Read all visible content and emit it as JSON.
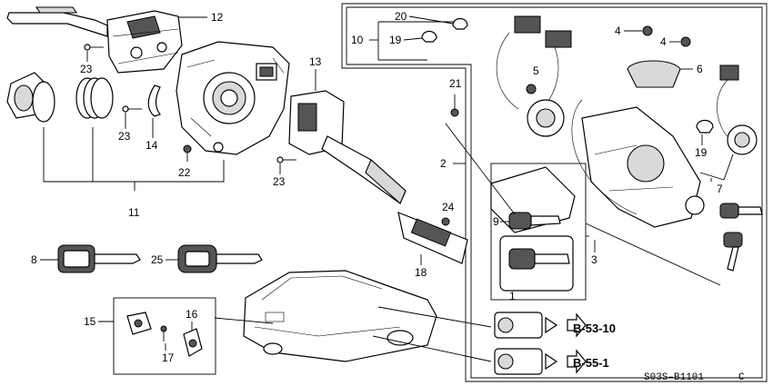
{
  "diagram": {
    "callouts": {
      "c1": "1",
      "c2": "2",
      "c3": "3",
      "c4a": "4",
      "c4b": "4",
      "c5": "5",
      "c6": "6",
      "c7": "7",
      "c8": "8",
      "c9": "9",
      "c10": "10",
      "c11": "11",
      "c12": "12",
      "c13": "13",
      "c14": "14",
      "c15": "15",
      "c16": "16",
      "c17": "17",
      "c18": "18",
      "c19a": "19",
      "c19b": "19",
      "c20": "20",
      "c21": "21",
      "c22": "22",
      "c23a": "23",
      "c23b": "23",
      "c23c": "23",
      "c24": "24",
      "c25": "25"
    },
    "references": {
      "ref1": "B-53-10",
      "ref2": "B-55-1"
    },
    "diagram_code": "S03S–B1101",
    "diagram_code_suffix": "C"
  }
}
